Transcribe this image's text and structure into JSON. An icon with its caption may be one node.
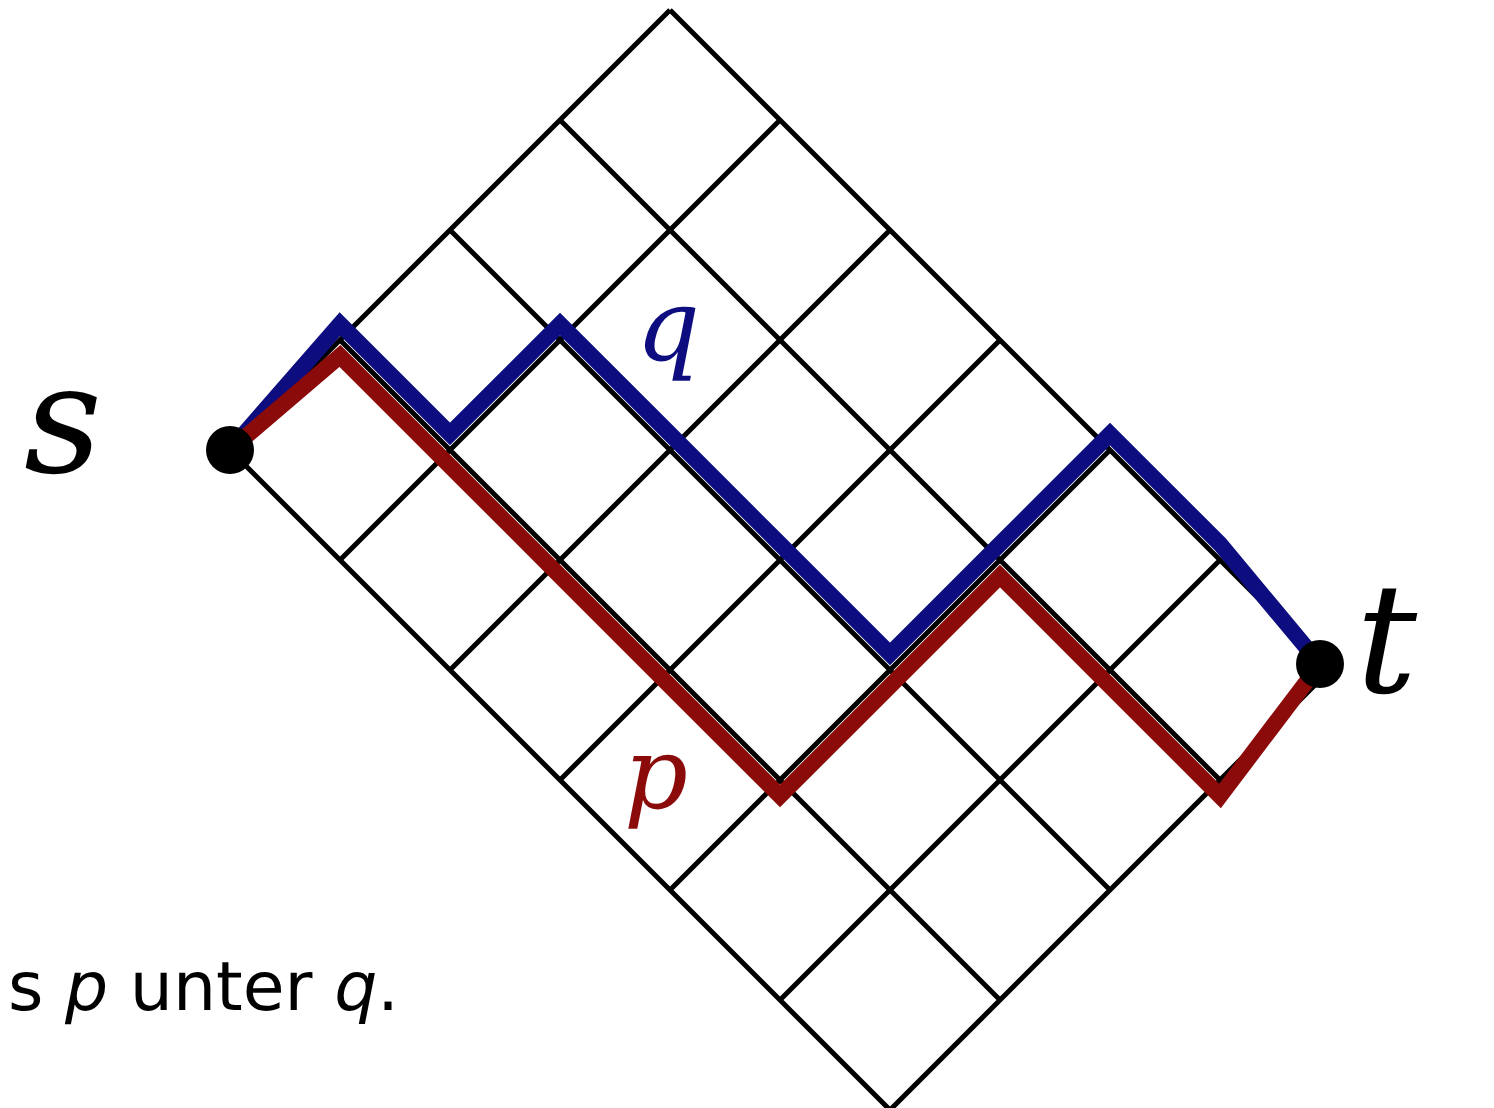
{
  "diagram": {
    "nodes": [
      {
        "text": [
          "s"
        ]
      },
      {
        "text": [
          "t"
        ]
      }
    ],
    "edges": [
      {
        "from": 0,
        "to": 1,
        "arrow": "none",
        "label": "q",
        "color": "#0d0d80"
      },
      {
        "from": 0,
        "to": 1,
        "arrow": "none",
        "label": "p",
        "color": "#8b0a0a"
      }
    ],
    "labels": [
      "s *p* unter *q*."
    ]
  }
}
